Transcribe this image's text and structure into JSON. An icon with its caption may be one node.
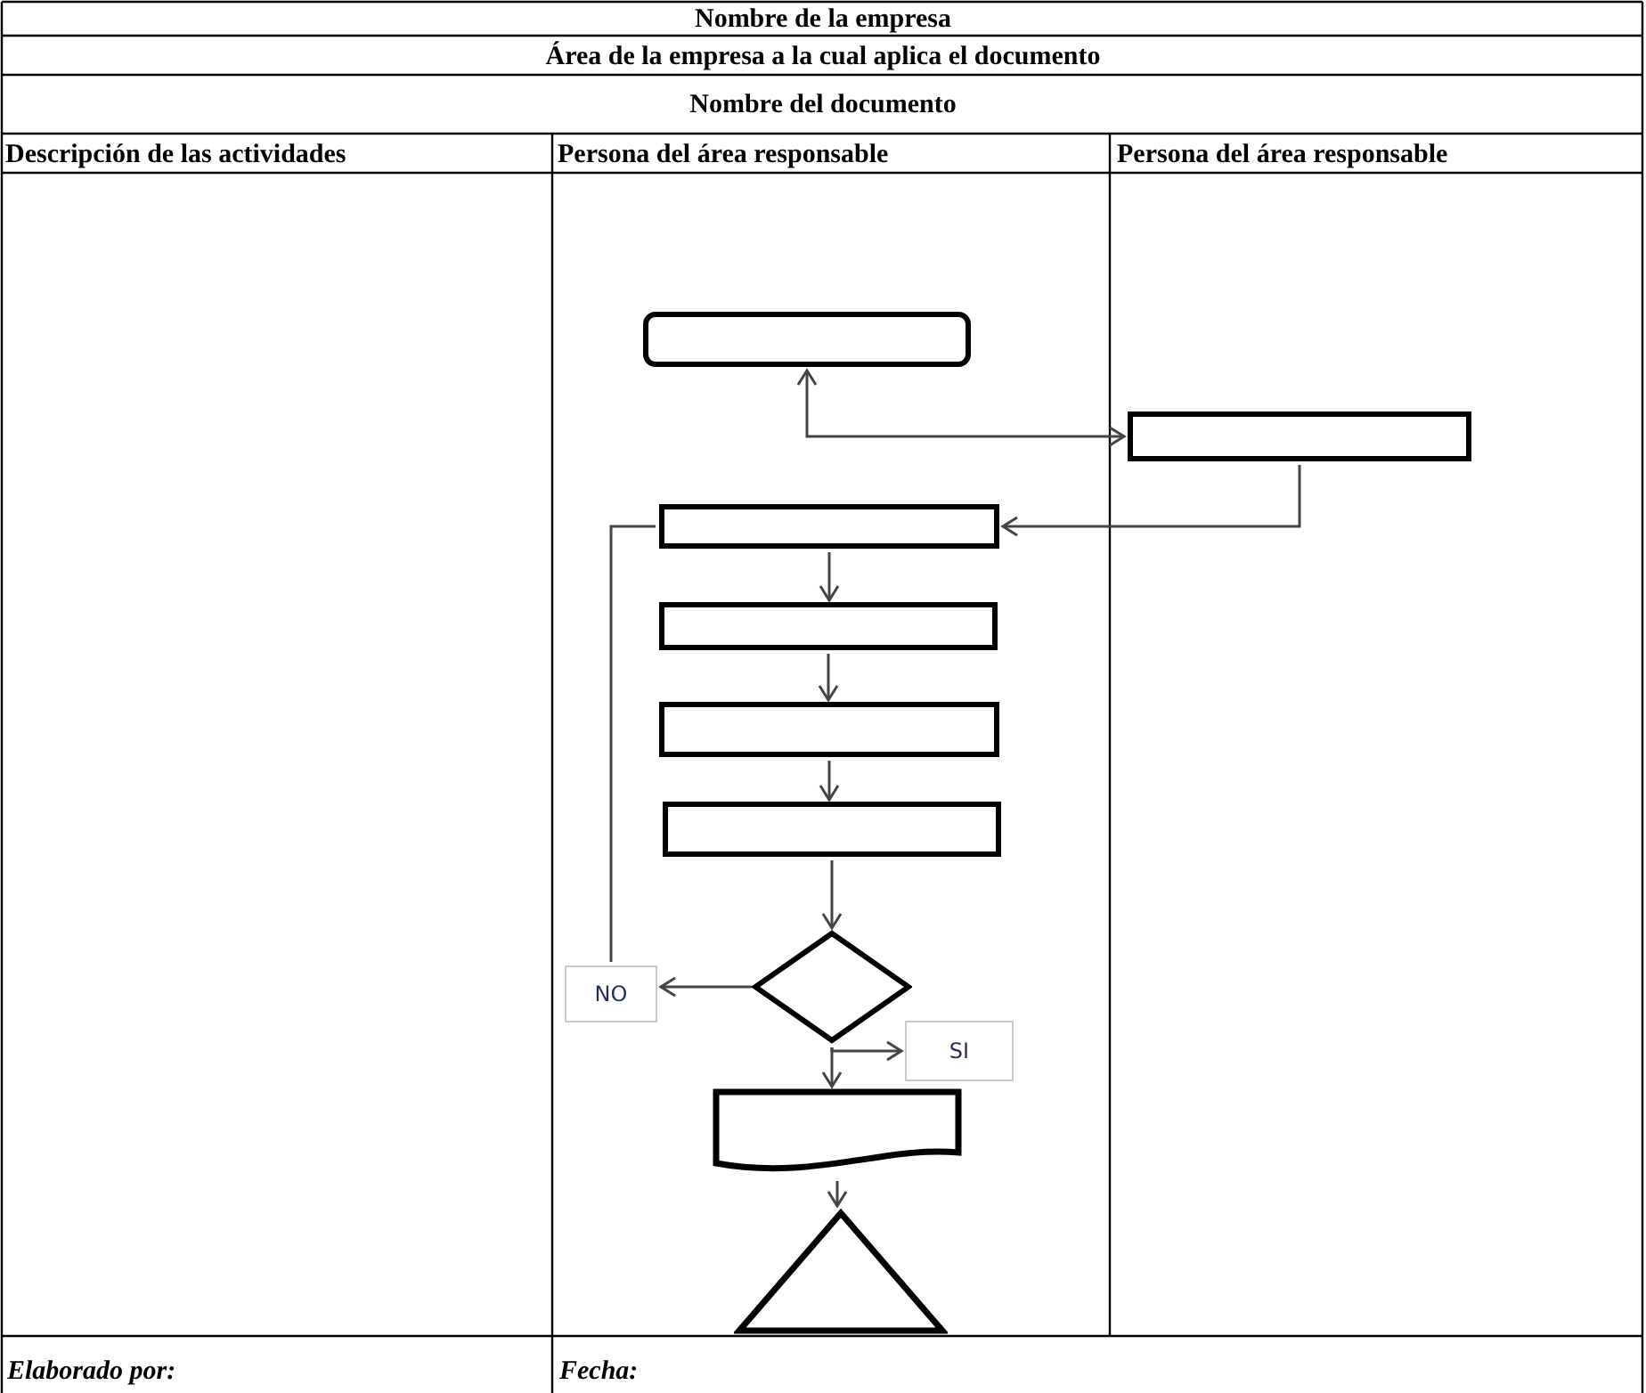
{
  "diagram": {
    "nodes": [
      {
        "text": [],
        "shape": "box"
      },
      {
        "text": [],
        "shape": "box"
      },
      {
        "text": [],
        "shape": "box"
      },
      {
        "text": [],
        "shape": "box"
      },
      {
        "text": [],
        "shape": "box"
      },
      {
        "text": [],
        "shape": "box"
      },
      {
        "text": [],
        "shape": "diamond"
      },
      {
        "text": [
          "NO"
        ]
      },
      {
        "text": [
          "SI"
        ]
      },
      {
        "text": [],
        "shape": "document"
      },
      {
        "text": [],
        "shape": "triangle"
      }
    ],
    "edges": [
      {
        "from": 0,
        "to": 1,
        "arrow": "both"
      },
      {
        "from": 1,
        "to": 2,
        "arrow": "to"
      },
      {
        "from": 2,
        "to": 3,
        "arrow": "to"
      },
      {
        "from": 3,
        "to": 4,
        "arrow": "to"
      },
      {
        "from": 4,
        "to": 5,
        "arrow": "to"
      },
      {
        "from": 5,
        "to": 6,
        "arrow": "to"
      },
      {
        "from": 6,
        "to": 7,
        "arrow": "to"
      },
      {
        "from": 6,
        "to": 8,
        "arrow": "to"
      },
      {
        "from": 6,
        "to": 9,
        "arrow": "to"
      },
      {
        "from": 9,
        "to": 10,
        "arrow": "to"
      },
      {
        "from": 7,
        "to": 2,
        "arrow": "none"
      }
    ],
    "labels": [
      "Nombre de la empresa",
      "Área de la empresa a la cual aplica el documento",
      "Nombre del documento",
      "Descripción de las actividades",
      "Persona del área responsable",
      "Persona del área responsable",
      "Elaborado por:",
      "Fecha:"
    ]
  }
}
